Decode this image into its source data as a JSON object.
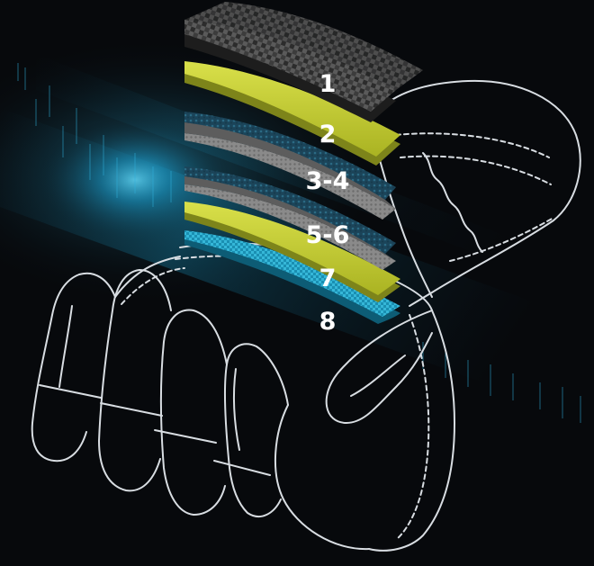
{
  "diagram": {
    "layers": [
      {
        "label": "1",
        "material": "carbon-weave",
        "color": "#4a4a4a"
      },
      {
        "label": "2",
        "material": "yellow-film",
        "color": "#c9d132"
      },
      {
        "label": "3-4",
        "material": "teal-fleece-over-grey-mesh",
        "color": "#1f4e63"
      },
      {
        "label": "5-6",
        "material": "teal-fleece-over-grey-mesh",
        "color": "#1f4e63"
      },
      {
        "label": "7",
        "material": "yellow-film",
        "color": "#c9d132"
      },
      {
        "label": "8",
        "material": "cyan-mesh",
        "color": "#1d8fb0"
      }
    ],
    "colors": {
      "background": "#07090c",
      "glow": "#1fa7d6",
      "outline": "#d8dde2",
      "label": "#ffffff"
    }
  }
}
